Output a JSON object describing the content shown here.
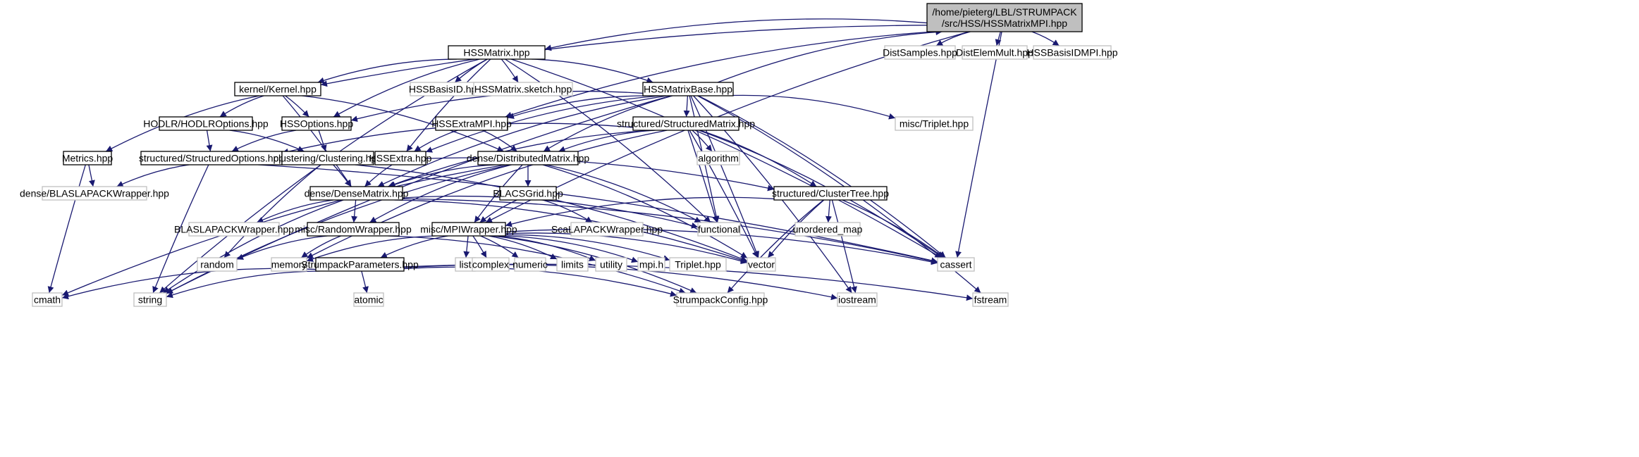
{
  "graph": {
    "root": "HSSMatrixMPI",
    "colors": {
      "edge": "#191970",
      "root_fill": "#bfbfbf",
      "box_border": "#000000",
      "external_border": "#bfbfbf"
    },
    "nodes": [
      {
        "id": "HSSMatrixMPI",
        "lines": [
          "/home/pieterg/LBL/STRUMPACK",
          "/src/HSS/HSSMatrixMPI.hpp"
        ],
        "kind": "root"
      },
      {
        "id": "HSSMatrix",
        "lines": [
          "HSSMatrix.hpp"
        ],
        "kind": "std"
      },
      {
        "id": "DistSamples",
        "lines": [
          "DistSamples.hpp"
        ],
        "kind": "ext"
      },
      {
        "id": "DistElemMult",
        "lines": [
          "DistElemMult.hpp"
        ],
        "kind": "ext"
      },
      {
        "id": "HSSBasisIDMPI",
        "lines": [
          "HSSBasisIDMPI.hpp"
        ],
        "kind": "ext"
      },
      {
        "id": "Kernel",
        "lines": [
          "kernel/Kernel.hpp"
        ],
        "kind": "std"
      },
      {
        "id": "HSSBasisID",
        "lines": [
          "HSSBasisID.hpp"
        ],
        "kind": "ext"
      },
      {
        "id": "HSSMatrixSketch",
        "lines": [
          "HSSMatrix.sketch.hpp"
        ],
        "kind": "ext"
      },
      {
        "id": "HSSMatrixBase",
        "lines": [
          "HSSMatrixBase.hpp"
        ],
        "kind": "std"
      },
      {
        "id": "HODLROptions",
        "lines": [
          "HODLR/HODLROptions.hpp"
        ],
        "kind": "std"
      },
      {
        "id": "HSSOptions",
        "lines": [
          "HSSOptions.hpp"
        ],
        "kind": "std"
      },
      {
        "id": "HSSExtraMPI",
        "lines": [
          "HSSExtraMPI.hpp"
        ],
        "kind": "std"
      },
      {
        "id": "StructuredMatrix",
        "lines": [
          "structured/StructuredMatrix.hpp"
        ],
        "kind": "std"
      },
      {
        "id": "Triplet",
        "lines": [
          "misc/Triplet.hpp"
        ],
        "kind": "ext"
      },
      {
        "id": "Metrics",
        "lines": [
          "Metrics.hpp"
        ],
        "kind": "std"
      },
      {
        "id": "StructuredOptions",
        "lines": [
          "structured/StructuredOptions.hpp"
        ],
        "kind": "std"
      },
      {
        "id": "Clustering",
        "lines": [
          "clustering/Clustering.hpp"
        ],
        "kind": "std"
      },
      {
        "id": "HSSExtra",
        "lines": [
          "HSSExtra.hpp"
        ],
        "kind": "std"
      },
      {
        "id": "DistributedMatrix",
        "lines": [
          "dense/DistributedMatrix.hpp"
        ],
        "kind": "std"
      },
      {
        "id": "algorithm",
        "lines": [
          "algorithm"
        ],
        "kind": "ext"
      },
      {
        "id": "DenseBLAS",
        "lines": [
          "dense/BLASLAPACKWrapper.hpp"
        ],
        "kind": "ext"
      },
      {
        "id": "DenseMatrix",
        "lines": [
          "dense/DenseMatrix.hpp"
        ],
        "kind": "std"
      },
      {
        "id": "BLACSGrid",
        "lines": [
          "BLACSGrid.hpp"
        ],
        "kind": "std"
      },
      {
        "id": "ClusterTree",
        "lines": [
          "structured/ClusterTree.hpp"
        ],
        "kind": "std"
      },
      {
        "id": "BLASLAPACKWrapper",
        "lines": [
          "BLASLAPACKWrapper.hpp"
        ],
        "kind": "ext"
      },
      {
        "id": "RandomWrapper",
        "lines": [
          "misc/RandomWrapper.hpp"
        ],
        "kind": "std"
      },
      {
        "id": "functional",
        "lines": [
          "functional"
        ],
        "kind": "ext"
      },
      {
        "id": "ScaLAPACK",
        "lines": [
          "ScaLAPACKWrapper.hpp"
        ],
        "kind": "ext"
      },
      {
        "id": "unordered_map",
        "lines": [
          "unordered_map"
        ],
        "kind": "ext"
      },
      {
        "id": "MPIWrapper",
        "lines": [
          "misc/MPIWrapper.hpp"
        ],
        "kind": "std"
      },
      {
        "id": "random",
        "lines": [
          "random"
        ],
        "kind": "ext"
      },
      {
        "id": "memory",
        "lines": [
          "memory"
        ],
        "kind": "ext"
      },
      {
        "id": "list",
        "lines": [
          "list"
        ],
        "kind": "ext"
      },
      {
        "id": "complex",
        "lines": [
          "complex"
        ],
        "kind": "ext"
      },
      {
        "id": "numeric",
        "lines": [
          "numeric"
        ],
        "kind": "ext"
      },
      {
        "id": "limits",
        "lines": [
          "limits"
        ],
        "kind": "ext"
      },
      {
        "id": "utility",
        "lines": [
          "utility"
        ],
        "kind": "ext"
      },
      {
        "id": "mpih",
        "lines": [
          "mpi.h"
        ],
        "kind": "ext"
      },
      {
        "id": "TripletHpp",
        "lines": [
          "Triplet.hpp"
        ],
        "kind": "ext"
      },
      {
        "id": "vector",
        "lines": [
          "vector"
        ],
        "kind": "ext"
      },
      {
        "id": "cassert",
        "lines": [
          "cassert"
        ],
        "kind": "ext"
      },
      {
        "id": "StrumpackParameters",
        "lines": [
          "StrumpackParameters.hpp"
        ],
        "kind": "std"
      },
      {
        "id": "cmath",
        "lines": [
          "cmath"
        ],
        "kind": "ext"
      },
      {
        "id": "string",
        "lines": [
          "string"
        ],
        "kind": "ext"
      },
      {
        "id": "atomic",
        "lines": [
          "atomic"
        ],
        "kind": "ext"
      },
      {
        "id": "StrumpackConfig",
        "lines": [
          "StrumpackConfig.hpp"
        ],
        "kind": "ext"
      },
      {
        "id": "iostream",
        "lines": [
          "iostream"
        ],
        "kind": "ext"
      },
      {
        "id": "fstream",
        "lines": [
          "fstream"
        ],
        "kind": "ext"
      }
    ],
    "edges": [
      [
        "HSSMatrixMPI",
        "HSSMatrix"
      ],
      [
        "HSSMatrixMPI",
        "DistSamples"
      ],
      [
        "HSSMatrixMPI",
        "DistElemMult"
      ],
      [
        "HSSMatrixMPI",
        "HSSBasisIDMPI"
      ],
      [
        "HSSMatrixMPI",
        "Kernel"
      ],
      [
        "HSSMatrixMPI",
        "HSSExtraMPI"
      ],
      [
        "HSSMatrixMPI",
        "MPIWrapper"
      ],
      [
        "HSSMatrixMPI",
        "cassert"
      ],
      [
        "HSSMatrix",
        "Kernel"
      ],
      [
        "HSSMatrix",
        "HSSBasisID"
      ],
      [
        "HSSMatrix",
        "HSSMatrixSketch"
      ],
      [
        "HSSMatrix",
        "HSSMatrixBase"
      ],
      [
        "HSSMatrix",
        "HSSOptions"
      ],
      [
        "HSSMatrix",
        "HSSExtra"
      ],
      [
        "HSSMatrix",
        "string"
      ],
      [
        "HSSMatrix",
        "functional"
      ],
      [
        "HSSMatrix",
        "cassert"
      ],
      [
        "HSSMatrixBase",
        "HSSMatrixMPI"
      ],
      [
        "HSSMatrixBase",
        "HSSOptions"
      ],
      [
        "HSSMatrixBase",
        "HSSExtraMPI"
      ],
      [
        "HSSMatrixBase",
        "StructuredMatrix"
      ],
      [
        "HSSMatrixBase",
        "Triplet"
      ],
      [
        "HSSMatrixBase",
        "DistributedMatrix"
      ],
      [
        "HSSMatrixBase",
        "DenseMatrix"
      ],
      [
        "HSSMatrixBase",
        "HSSExtra"
      ],
      [
        "HSSMatrixBase",
        "functional"
      ],
      [
        "HSSMatrixBase",
        "vector"
      ],
      [
        "HSSMatrixBase",
        "cassert"
      ],
      [
        "HSSMatrixBase",
        "iostream"
      ],
      [
        "HSSMatrixBase",
        "fstream"
      ],
      [
        "HSSMatrixBase",
        "string"
      ],
      [
        "Kernel",
        "Metrics"
      ],
      [
        "Kernel",
        "HODLROptions"
      ],
      [
        "Kernel",
        "HSSOptions"
      ],
      [
        "Kernel",
        "DenseMatrix"
      ],
      [
        "Kernel",
        "DistributedMatrix"
      ],
      [
        "HODLROptions",
        "StructuredOptions"
      ],
      [
        "HODLROptions",
        "Clustering"
      ],
      [
        "HSSOptions",
        "StructuredOptions"
      ],
      [
        "HSSOptions",
        "Clustering"
      ],
      [
        "HSSExtraMPI",
        "HSSExtra"
      ],
      [
        "HSSExtraMPI",
        "DistributedMatrix"
      ],
      [
        "StructuredMatrix",
        "StructuredOptions"
      ],
      [
        "StructuredMatrix",
        "DistributedMatrix"
      ],
      [
        "StructuredMatrix",
        "DenseMatrix"
      ],
      [
        "StructuredMatrix",
        "ClusterTree"
      ],
      [
        "StructuredMatrix",
        "algorithm"
      ],
      [
        "StructuredMatrix",
        "functional"
      ],
      [
        "StructuredMatrix",
        "vector"
      ],
      [
        "StructuredMatrix",
        "cassert"
      ],
      [
        "StructuredMatrix",
        "memory"
      ],
      [
        "Metrics",
        "DenseBLAS"
      ],
      [
        "Metrics",
        "cmath"
      ],
      [
        "StructuredOptions",
        "DenseBLAS"
      ],
      [
        "StructuredOptions",
        "string"
      ],
      [
        "StructuredOptions",
        "cassert"
      ],
      [
        "Clustering",
        "DenseMatrix"
      ],
      [
        "Clustering",
        "ClusterTree"
      ],
      [
        "Clustering",
        "random"
      ],
      [
        "Clustering",
        "vector"
      ],
      [
        "HSSExtra",
        "DenseMatrix"
      ],
      [
        "DistributedMatrix",
        "DenseMatrix"
      ],
      [
        "DistributedMatrix",
        "BLACSGrid"
      ],
      [
        "DistributedMatrix",
        "MPIWrapper"
      ],
      [
        "DistributedMatrix",
        "RandomWrapper"
      ],
      [
        "DistributedMatrix",
        "functional"
      ],
      [
        "DistributedMatrix",
        "vector"
      ],
      [
        "DistributedMatrix",
        "string"
      ],
      [
        "DistributedMatrix",
        "cmath"
      ],
      [
        "DenseMatrix",
        "BLASLAPACKWrapper"
      ],
      [
        "DenseMatrix",
        "RandomWrapper"
      ],
      [
        "DenseMatrix",
        "functional"
      ],
      [
        "DenseMatrix",
        "string"
      ],
      [
        "DenseMatrix",
        "vector"
      ],
      [
        "DenseMatrix",
        "cassert"
      ],
      [
        "BLACSGrid",
        "MPIWrapper"
      ],
      [
        "BLACSGrid",
        "ScaLAPACK"
      ],
      [
        "ClusterTree",
        "MPIWrapper"
      ],
      [
        "ClusterTree",
        "unordered_map"
      ],
      [
        "ClusterTree",
        "vector"
      ],
      [
        "ClusterTree",
        "cassert"
      ],
      [
        "ClusterTree",
        "iostream"
      ],
      [
        "ClusterTree",
        "StrumpackConfig"
      ],
      [
        "RandomWrapper",
        "random"
      ],
      [
        "RandomWrapper",
        "memory"
      ],
      [
        "RandomWrapper",
        "StrumpackConfig"
      ],
      [
        "MPIWrapper",
        "list"
      ],
      [
        "MPIWrapper",
        "complex"
      ],
      [
        "MPIWrapper",
        "numeric"
      ],
      [
        "MPIWrapper",
        "limits"
      ],
      [
        "MPIWrapper",
        "utility"
      ],
      [
        "MPIWrapper",
        "mpih"
      ],
      [
        "MPIWrapper",
        "TripletHpp"
      ],
      [
        "MPIWrapper",
        "vector"
      ],
      [
        "MPIWrapper",
        "cassert"
      ],
      [
        "MPIWrapper",
        "StrumpackParameters"
      ],
      [
        "MPIWrapper",
        "memory"
      ],
      [
        "MPIWrapper",
        "StrumpackConfig"
      ],
      [
        "StrumpackParameters",
        "cmath"
      ],
      [
        "StrumpackParameters",
        "string"
      ],
      [
        "StrumpackParameters",
        "atomic"
      ],
      [
        "StrumpackParameters",
        "StrumpackConfig"
      ],
      [
        "StrumpackParameters",
        "iostream"
      ],
      [
        "StrumpackParameters",
        "fstream"
      ]
    ]
  }
}
